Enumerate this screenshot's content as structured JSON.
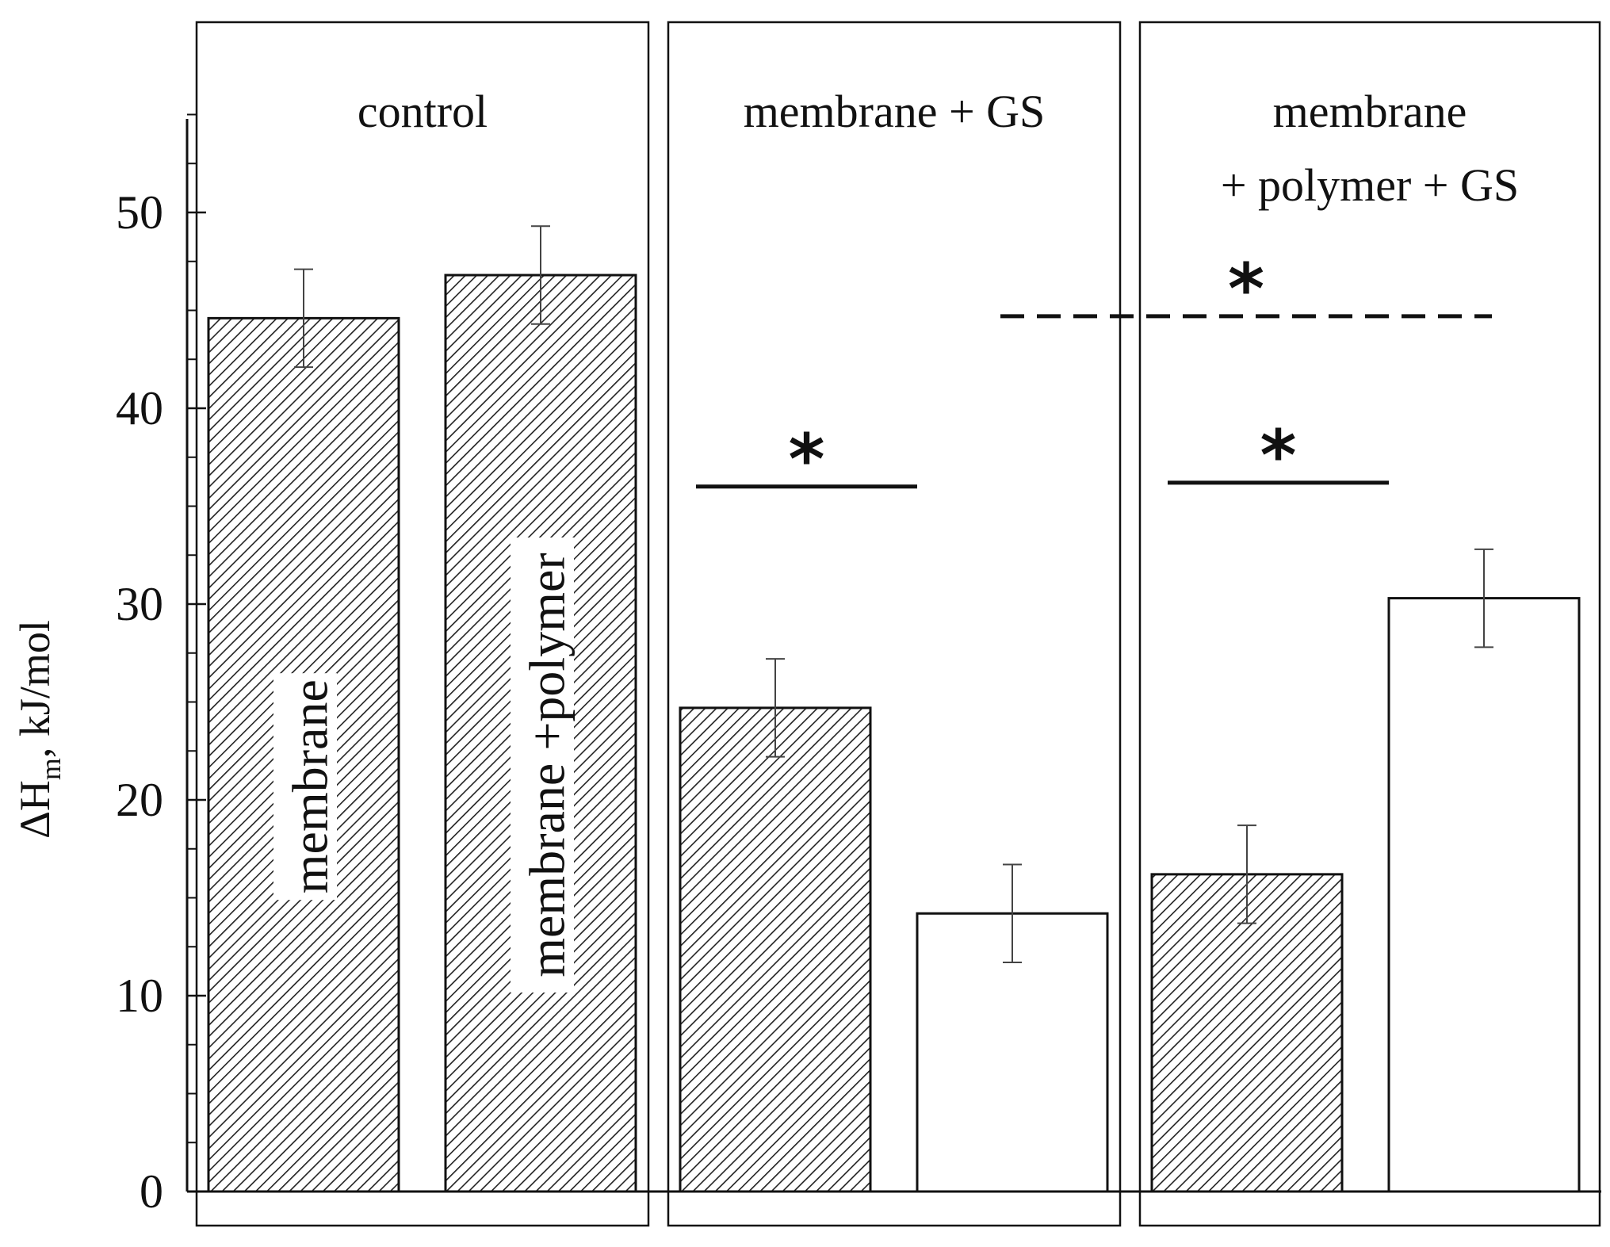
{
  "chart_data": {
    "type": "bar",
    "ylabel": "ΔH",
    "ylabel_sub": "m",
    "ylabel_unit": ", kJ/mol",
    "ylim": [
      0,
      55
    ],
    "yticks": [
      0,
      10,
      20,
      30,
      40,
      50
    ],
    "minor_tick_step": 2.5,
    "grid": false,
    "groups": [
      {
        "title_lines": [
          "control"
        ],
        "bars": [
          {
            "value": 44.6,
            "error": 2.5,
            "fill": "hatched",
            "label": "membrane"
          },
          {
            "value": 46.8,
            "error": 2.5,
            "fill": "hatched",
            "label": "membrane +polymer"
          }
        ]
      },
      {
        "title_lines": [
          "membrane + GS"
        ],
        "bars": [
          {
            "value": 24.7,
            "error": 2.5,
            "fill": "hatched",
            "label": ""
          },
          {
            "value": 14.2,
            "error": 2.5,
            "fill": "white",
            "label": ""
          }
        ]
      },
      {
        "title_lines": [
          "membrane",
          "+ polymer + GS"
        ],
        "bars": [
          {
            "value": 16.2,
            "error": 2.5,
            "fill": "hatched",
            "label": ""
          },
          {
            "value": 30.3,
            "error": 2.5,
            "fill": "white",
            "label": ""
          }
        ]
      }
    ],
    "significance": [
      {
        "level": 36.0,
        "style": "solid",
        "from_group": 1,
        "from_bar": 0,
        "to_group": 1,
        "to_bar": 1,
        "mark": "*"
      },
      {
        "level": 36.2,
        "style": "solid",
        "from_group": 2,
        "from_bar": 0,
        "to_group": 2,
        "to_bar": 1,
        "mark": "*"
      },
      {
        "level": 44.7,
        "style": "dashed",
        "from_group": 1,
        "from_bar": 1,
        "to_group": 2,
        "to_bar": 1,
        "mark": "*"
      }
    ],
    "colors": {
      "ink": "#111111",
      "hatch": "#222222",
      "background": "#ffffff"
    }
  }
}
